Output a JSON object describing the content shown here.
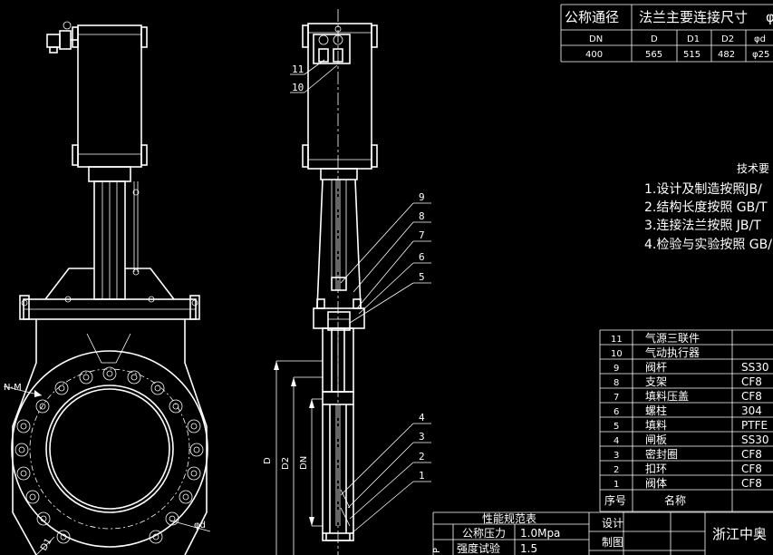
{
  "flange_table": {
    "h_nominal": "公称通径",
    "h_flange": "法兰主要连接尺寸",
    "h_flange_tail": "φ",
    "cols": [
      "DN",
      "D",
      "D1",
      "D2",
      "φd"
    ],
    "row": [
      "400",
      "565",
      "515",
      "482",
      "φ25"
    ]
  },
  "tech": {
    "title": "技术要",
    "items": [
      "1.设计及制造按照JB/",
      "2.结构长度按照 GB/T",
      "3.连接法兰按照 JB/T",
      "4.检验与实验按照 GB/"
    ]
  },
  "bom": {
    "rows": [
      {
        "no": "11",
        "name": "气源三联件",
        "mat": ""
      },
      {
        "no": "10",
        "name": "气动执行器",
        "mat": ""
      },
      {
        "no": "9",
        "name": "阀杆",
        "mat": "SS30"
      },
      {
        "no": "8",
        "name": "支架",
        "mat": "CF8"
      },
      {
        "no": "7",
        "name": "填料压盖",
        "mat": "CF8"
      },
      {
        "no": "6",
        "name": "螺柱",
        "mat": "304"
      },
      {
        "no": "5",
        "name": "填料",
        "mat": "PTFE"
      },
      {
        "no": "4",
        "name": "闸板",
        "mat": "SS30"
      },
      {
        "no": "3",
        "name": "密封圈",
        "mat": "CF8"
      },
      {
        "no": "2",
        "name": "扣环",
        "mat": "CF8"
      },
      {
        "no": "1",
        "name": "阀体",
        "mat": "CF8"
      }
    ],
    "header_no": "序号",
    "header_name": "名称"
  },
  "performance": {
    "title": "性能规范表",
    "row1_label": "公称压力",
    "row1_value": "1.0Mpa",
    "row2_label": "强度试验",
    "row2_value": "1.5",
    "side_mark": "P"
  },
  "title_block": {
    "design": "设计",
    "draw": "制图",
    "company": "浙江中奥"
  },
  "labels": {
    "nm": "N-M",
    "d1": "D1",
    "phi_d": "φd",
    "dim_d": "D",
    "dim_d2": "D2",
    "dim_dn": "DN",
    "callouts": [
      "11",
      "10",
      "9",
      "8",
      "7",
      "6",
      "5",
      "4",
      "3",
      "2",
      "1"
    ]
  }
}
